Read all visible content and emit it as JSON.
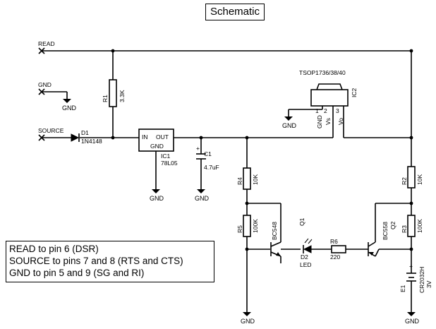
{
  "title": "Schematic",
  "terminals": {
    "read": "READ",
    "gnd": "GND",
    "source": "SOURCE"
  },
  "ground_label": "GND",
  "components": {
    "r1": {
      "ref": "R1",
      "value": "3.3K"
    },
    "d1": {
      "ref": "D1",
      "value": "1N4148"
    },
    "ic1": {
      "ref": "IC1",
      "value": "78L05",
      "pin_in": "IN",
      "pin_out": "OUT",
      "pin_gnd": "GND"
    },
    "c1": {
      "ref": "C1",
      "value": "4.7uF"
    },
    "ic2": {
      "ref": "IC2",
      "value": "TSOP1736/38/40",
      "pin1": "1",
      "pin2": "2",
      "pin3": "3",
      "pin_gnd": "GND",
      "pin_vs": "Vs",
      "pin_vo": "Vo"
    },
    "r4": {
      "ref": "R4",
      "value": "10K"
    },
    "r5": {
      "ref": "R5",
      "value": "100K"
    },
    "q1": {
      "ref": "Q1",
      "value": "BC548"
    },
    "d2": {
      "ref": "D2",
      "value": "LED"
    },
    "r6": {
      "ref": "R6",
      "value": "220"
    },
    "q2": {
      "ref": "Q2",
      "value": "BC558"
    },
    "r2": {
      "ref": "R2",
      "value": "10K"
    },
    "r3": {
      "ref": "R3",
      "value": "100K"
    },
    "e1": {
      "ref": "E1",
      "value": "CR2032H",
      "voltage": "3V",
      "polarity": "+"
    }
  },
  "notes": [
    "READ to pin 6 (DSR)",
    "SOURCE to pins 7 and 8 (RTS and CTS)",
    "GND to pin 5 and 9 (SG and RI)"
  ]
}
